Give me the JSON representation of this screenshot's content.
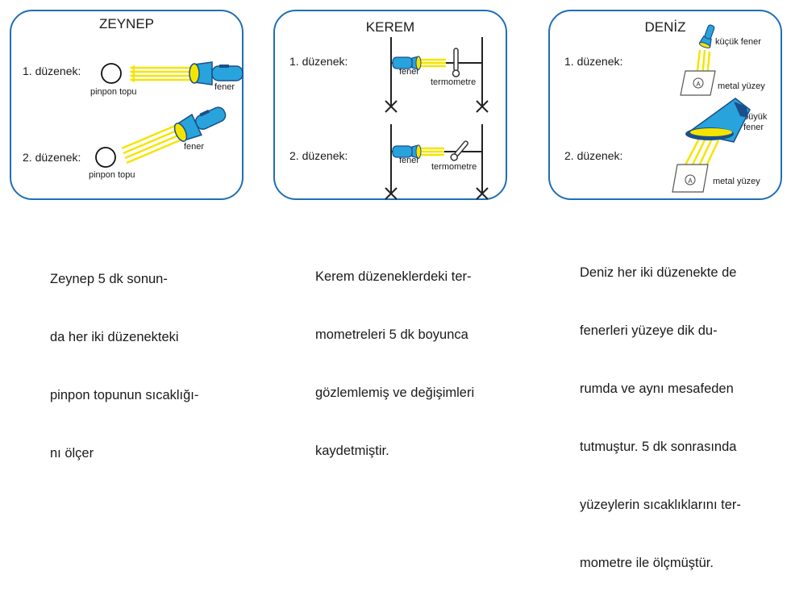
{
  "panels": [
    {
      "title": "ZEYNEP",
      "setup1": "1. düzenek:",
      "setup2": "2. düzenek:",
      "labels": {
        "ball1": "pinpon topu",
        "lamp1": "fener",
        "ball2": "pinpon topu",
        "lamp2": "fener"
      },
      "description": [
        "Zeynep 5 dk sonun-",
        "da her iki düzenekteki",
        "pinpon topunun sıcaklığı-",
        "nı ölçer"
      ]
    },
    {
      "title": "KEREM",
      "setup1": "1. düzenek:",
      "setup2": "2. düzenek:",
      "labels": {
        "lamp1": "fener",
        "thermo1": "termometre",
        "lamp2": "fener",
        "thermo2": "termometre"
      },
      "description": [
        "Kerem düzeneklerdeki ter-",
        "mometreleri 5 dk boyunca",
        "gözlemlemiş ve değişimleri",
        "kaydetmiştir."
      ]
    },
    {
      "title": "DENİZ",
      "setup1": "1. düzenek:",
      "setup2": "2. düzenek:",
      "labels": {
        "small_lamp": "küçük fener",
        "surface1": "metal yüzey",
        "big_lamp": "büyük\nfener",
        "surface2": "metal yüzey",
        "plate_mark": "A"
      },
      "description": [
        "Deniz her iki düzenekte de",
        "fenerleri yüzeye dik du-",
        "rumda ve aynı mesafeden",
        "tutmuştur. 5 dk sonrasında",
        "yüzeylerin sıcaklıklarını ter-",
        "mometre ile ölçmüştür."
      ]
    }
  ],
  "colors": {
    "border": "#1f6fb5",
    "lamp_body": "#29a3dc",
    "lamp_dark": "#1b4f8a",
    "light": "#f5e400"
  },
  "icons": [
    "flashlight-icon",
    "ping-pong-ball-icon",
    "thermometer-icon",
    "metal-plate-icon",
    "stand-icon"
  ]
}
